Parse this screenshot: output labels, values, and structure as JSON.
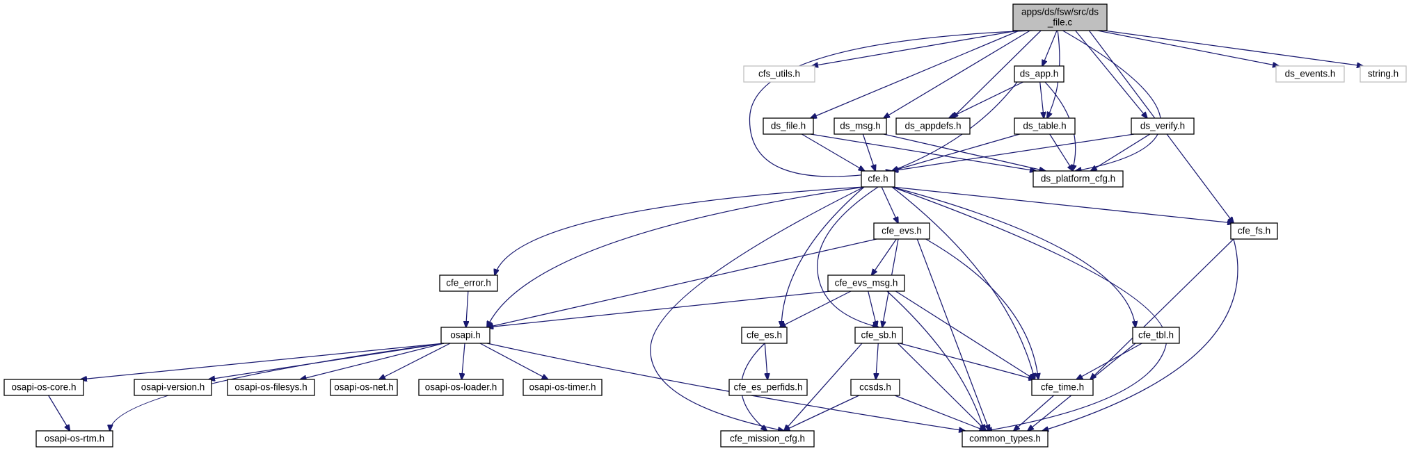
{
  "diagram": {
    "nodes": [
      {
        "id": "root",
        "lines": [
          "apps/ds/fsw/src/ds",
          "_file.c"
        ],
        "kind": "root"
      },
      {
        "id": "cfs_utils",
        "lines": [
          "cfs_utils.h"
        ],
        "kind": "external"
      },
      {
        "id": "ds_app",
        "lines": [
          "ds_app.h"
        ],
        "kind": "normal"
      },
      {
        "id": "ds_events",
        "lines": [
          "ds_events.h"
        ],
        "kind": "external"
      },
      {
        "id": "string",
        "lines": [
          "string.h"
        ],
        "kind": "external"
      },
      {
        "id": "ds_file",
        "lines": [
          "ds_file.h"
        ],
        "kind": "normal"
      },
      {
        "id": "ds_msg",
        "lines": [
          "ds_msg.h"
        ],
        "kind": "normal"
      },
      {
        "id": "ds_appdefs",
        "lines": [
          "ds_appdefs.h"
        ],
        "kind": "normal"
      },
      {
        "id": "ds_table",
        "lines": [
          "ds_table.h"
        ],
        "kind": "normal"
      },
      {
        "id": "ds_verify",
        "lines": [
          "ds_verify.h"
        ],
        "kind": "normal"
      },
      {
        "id": "cfe",
        "lines": [
          "cfe.h"
        ],
        "kind": "normal"
      },
      {
        "id": "ds_platform_cfg",
        "lines": [
          "ds_platform_cfg.h"
        ],
        "kind": "normal"
      },
      {
        "id": "cfe_evs",
        "lines": [
          "cfe_evs.h"
        ],
        "kind": "normal"
      },
      {
        "id": "cfe_fs",
        "lines": [
          "cfe_fs.h"
        ],
        "kind": "normal"
      },
      {
        "id": "cfe_error",
        "lines": [
          "cfe_error.h"
        ],
        "kind": "normal"
      },
      {
        "id": "cfe_evs_msg",
        "lines": [
          "cfe_evs_msg.h"
        ],
        "kind": "normal"
      },
      {
        "id": "osapi",
        "lines": [
          "osapi.h"
        ],
        "kind": "normal"
      },
      {
        "id": "cfe_es",
        "lines": [
          "cfe_es.h"
        ],
        "kind": "normal"
      },
      {
        "id": "cfe_sb",
        "lines": [
          "cfe_sb.h"
        ],
        "kind": "normal"
      },
      {
        "id": "cfe_tbl",
        "lines": [
          "cfe_tbl.h"
        ],
        "kind": "normal"
      },
      {
        "id": "osapi_os_core",
        "lines": [
          "osapi-os-core.h"
        ],
        "kind": "normal"
      },
      {
        "id": "osapi_version",
        "lines": [
          "osapi-version.h"
        ],
        "kind": "normal"
      },
      {
        "id": "osapi_os_filesys",
        "lines": [
          "osapi-os-filesys.h"
        ],
        "kind": "normal"
      },
      {
        "id": "osapi_os_net",
        "lines": [
          "osapi-os-net.h"
        ],
        "kind": "normal"
      },
      {
        "id": "osapi_os_loader",
        "lines": [
          "osapi-os-loader.h"
        ],
        "kind": "normal"
      },
      {
        "id": "osapi_os_timer",
        "lines": [
          "osapi-os-timer.h"
        ],
        "kind": "normal"
      },
      {
        "id": "cfe_es_perfids",
        "lines": [
          "cfe_es_perfids.h"
        ],
        "kind": "normal"
      },
      {
        "id": "ccsds",
        "lines": [
          "ccsds.h"
        ],
        "kind": "normal"
      },
      {
        "id": "cfe_time",
        "lines": [
          "cfe_time.h"
        ],
        "kind": "normal"
      },
      {
        "id": "osapi_os_rtm",
        "lines": [
          "osapi-os-rtm.h"
        ],
        "kind": "normal"
      },
      {
        "id": "cfe_mission_cfg",
        "lines": [
          "cfe_mission_cfg.h"
        ],
        "kind": "normal"
      },
      {
        "id": "common_types",
        "lines": [
          "common_types.h"
        ],
        "kind": "normal"
      }
    ],
    "edges": [
      [
        "root",
        "cfs_utils"
      ],
      [
        "root",
        "ds_app"
      ],
      [
        "root",
        "ds_events"
      ],
      [
        "root",
        "string"
      ],
      [
        "root",
        "ds_file"
      ],
      [
        "root",
        "ds_msg"
      ],
      [
        "root",
        "ds_appdefs"
      ],
      [
        "root",
        "ds_table"
      ],
      [
        "root",
        "ds_verify"
      ],
      [
        "root",
        "cfe"
      ],
      [
        "root",
        "ds_platform_cfg"
      ],
      [
        "root",
        "cfe_fs"
      ],
      [
        "ds_app",
        "ds_appdefs"
      ],
      [
        "ds_app",
        "ds_table"
      ],
      [
        "ds_app",
        "cfe"
      ],
      [
        "ds_app",
        "ds_platform_cfg"
      ],
      [
        "ds_file",
        "cfe"
      ],
      [
        "ds_file",
        "ds_platform_cfg"
      ],
      [
        "ds_msg",
        "cfe"
      ],
      [
        "ds_msg",
        "ds_platform_cfg"
      ],
      [
        "ds_table",
        "cfe"
      ],
      [
        "ds_table",
        "ds_platform_cfg"
      ],
      [
        "ds_verify",
        "cfe"
      ],
      [
        "ds_verify",
        "ds_platform_cfg"
      ],
      [
        "cfe",
        "cfe_error"
      ],
      [
        "cfe",
        "osapi"
      ],
      [
        "cfe",
        "cfe_evs"
      ],
      [
        "cfe",
        "cfe_fs"
      ],
      [
        "cfe",
        "cfe_es"
      ],
      [
        "cfe",
        "cfe_sb"
      ],
      [
        "cfe",
        "cfe_tbl"
      ],
      [
        "cfe",
        "cfe_time"
      ],
      [
        "cfe",
        "cfe_mission_cfg"
      ],
      [
        "cfe",
        "common_types"
      ],
      [
        "cfe_error",
        "osapi"
      ],
      [
        "cfe_evs",
        "cfe_evs_msg"
      ],
      [
        "cfe_evs",
        "osapi"
      ],
      [
        "cfe_evs",
        "cfe_sb"
      ],
      [
        "cfe_evs",
        "cfe_time"
      ],
      [
        "cfe_evs",
        "common_types"
      ],
      [
        "cfe_evs_msg",
        "osapi"
      ],
      [
        "cfe_evs_msg",
        "cfe_es"
      ],
      [
        "cfe_evs_msg",
        "cfe_sb"
      ],
      [
        "cfe_evs_msg",
        "cfe_time"
      ],
      [
        "cfe_evs_msg",
        "common_types"
      ],
      [
        "cfe_fs",
        "cfe_time"
      ],
      [
        "cfe_fs",
        "common_types"
      ],
      [
        "osapi",
        "osapi_os_core"
      ],
      [
        "osapi",
        "osapi_version"
      ],
      [
        "osapi",
        "osapi_os_filesys"
      ],
      [
        "osapi",
        "osapi_os_net"
      ],
      [
        "osapi",
        "osapi_os_loader"
      ],
      [
        "osapi",
        "osapi_os_timer"
      ],
      [
        "osapi",
        "osapi_os_rtm"
      ],
      [
        "osapi",
        "common_types"
      ],
      [
        "osapi_os_core",
        "osapi_os_rtm"
      ],
      [
        "cfe_es",
        "cfe_es_perfids"
      ],
      [
        "cfe_es",
        "cfe_mission_cfg"
      ],
      [
        "cfe_sb",
        "ccsds"
      ],
      [
        "cfe_sb",
        "cfe_time"
      ],
      [
        "cfe_sb",
        "cfe_mission_cfg"
      ],
      [
        "cfe_sb",
        "common_types"
      ],
      [
        "ccsds",
        "cfe_mission_cfg"
      ],
      [
        "ccsds",
        "common_types"
      ],
      [
        "cfe_tbl",
        "cfe_time"
      ],
      [
        "cfe_tbl",
        "common_types"
      ],
      [
        "cfe_time",
        "common_types"
      ]
    ]
  }
}
